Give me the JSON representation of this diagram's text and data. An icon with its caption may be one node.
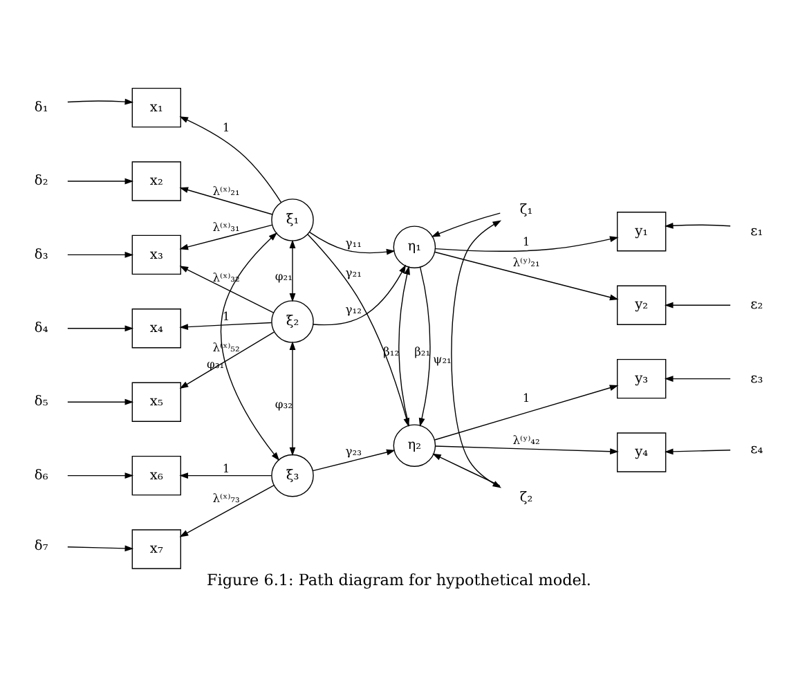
{
  "diagram": {
    "caption": "Figure 6.1: Path diagram for hypothetical model.",
    "nodes": [
      {
        "text": [
          "δ₁"
        ]
      },
      {
        "text": [
          "δ₂"
        ]
      },
      {
        "text": [
          "δ₃"
        ]
      },
      {
        "text": [
          "δ₄"
        ]
      },
      {
        "text": [
          "δ₅"
        ]
      },
      {
        "text": [
          "δ₆"
        ]
      },
      {
        "text": [
          "δ₇"
        ]
      },
      {
        "text": [
          "x₁"
        ]
      },
      {
        "text": [
          "x₂"
        ]
      },
      {
        "text": [
          "x₃"
        ]
      },
      {
        "text": [
          "x₄"
        ]
      },
      {
        "text": [
          "x₅"
        ]
      },
      {
        "text": [
          "x₆"
        ]
      },
      {
        "text": [
          "x₇"
        ]
      },
      {
        "text": [
          "ξ₁"
        ]
      },
      {
        "text": [
          "ξ₂"
        ]
      },
      {
        "text": [
          "ξ₃"
        ]
      },
      {
        "text": [
          "η₁"
        ]
      },
      {
        "text": [
          "η₂"
        ]
      },
      {
        "text": [
          "ζ₁"
        ]
      },
      {
        "text": [
          "ζ₂"
        ]
      },
      {
        "text": [
          "y₁"
        ]
      },
      {
        "text": [
          "y₂"
        ]
      },
      {
        "text": [
          "y₃"
        ]
      },
      {
        "text": [
          "y₄"
        ]
      },
      {
        "text": [
          "ε₁"
        ]
      },
      {
        "text": [
          "ε₂"
        ]
      },
      {
        "text": [
          "ε₃"
        ]
      },
      {
        "text": [
          "ε₄"
        ]
      }
    ],
    "edges": [
      {
        "from": 0,
        "to": 7,
        "arrow": "to"
      },
      {
        "from": 1,
        "to": 8,
        "arrow": "to"
      },
      {
        "from": 2,
        "to": 9,
        "arrow": "to"
      },
      {
        "from": 3,
        "to": 10,
        "arrow": "to"
      },
      {
        "from": 4,
        "to": 11,
        "arrow": "to"
      },
      {
        "from": 5,
        "to": 12,
        "arrow": "to"
      },
      {
        "from": 6,
        "to": 13,
        "arrow": "to"
      },
      {
        "from": 14,
        "to": 7,
        "arrow": "to",
        "label": "1"
      },
      {
        "from": 14,
        "to": 8,
        "arrow": "to",
        "label": "λ⁽ˣ⁾₂₁"
      },
      {
        "from": 14,
        "to": 9,
        "arrow": "to",
        "label": "λ⁽ˣ⁾₃₁"
      },
      {
        "from": 15,
        "to": 9,
        "arrow": "to",
        "label": "λ⁽ˣ⁾₃₂"
      },
      {
        "from": 15,
        "to": 10,
        "arrow": "to",
        "label": "1"
      },
      {
        "from": 15,
        "to": 11,
        "arrow": "to",
        "label": "λ⁽ˣ⁾₅₂"
      },
      {
        "from": 16,
        "to": 12,
        "arrow": "to",
        "label": "1"
      },
      {
        "from": 16,
        "to": 13,
        "arrow": "to",
        "label": "λ⁽ˣ⁾₇₃"
      },
      {
        "from": 14,
        "to": 15,
        "arrow": "both",
        "label": "φ₂₁"
      },
      {
        "from": 15,
        "to": 16,
        "arrow": "both",
        "label": "φ₃₂"
      },
      {
        "from": 14,
        "to": 16,
        "arrow": "both",
        "label": "φ₃₁"
      },
      {
        "from": 14,
        "to": 17,
        "arrow": "to",
        "label": "γ₁₁"
      },
      {
        "from": 14,
        "to": 18,
        "arrow": "to",
        "label": "γ₂₁"
      },
      {
        "from": 15,
        "to": 17,
        "arrow": "to",
        "label": "γ₁₂"
      },
      {
        "from": 16,
        "to": 18,
        "arrow": "to",
        "label": "γ₂₃"
      },
      {
        "from": 17,
        "to": 18,
        "arrow": "to",
        "label": "β₂₁"
      },
      {
        "from": 18,
        "to": 17,
        "arrow": "to",
        "label": "β₁₂"
      },
      {
        "from": 19,
        "to": 17,
        "arrow": "to"
      },
      {
        "from": 20,
        "to": 18,
        "arrow": "to"
      },
      {
        "from": 19,
        "to": 20,
        "arrow": "both",
        "label": "ψ₂₁"
      },
      {
        "from": 17,
        "to": 21,
        "arrow": "to",
        "label": "1"
      },
      {
        "from": 17,
        "to": 22,
        "arrow": "to",
        "label": "λ⁽ʸ⁾₂₁"
      },
      {
        "from": 18,
        "to": 23,
        "arrow": "to",
        "label": "1"
      },
      {
        "from": 18,
        "to": 24,
        "arrow": "to",
        "label": "λ⁽ʸ⁾₄₂"
      },
      {
        "from": 25,
        "to": 21,
        "arrow": "to"
      },
      {
        "from": 26,
        "to": 22,
        "arrow": "to"
      },
      {
        "from": 27,
        "to": 23,
        "arrow": "to"
      },
      {
        "from": 28,
        "to": 24,
        "arrow": "to"
      }
    ]
  }
}
